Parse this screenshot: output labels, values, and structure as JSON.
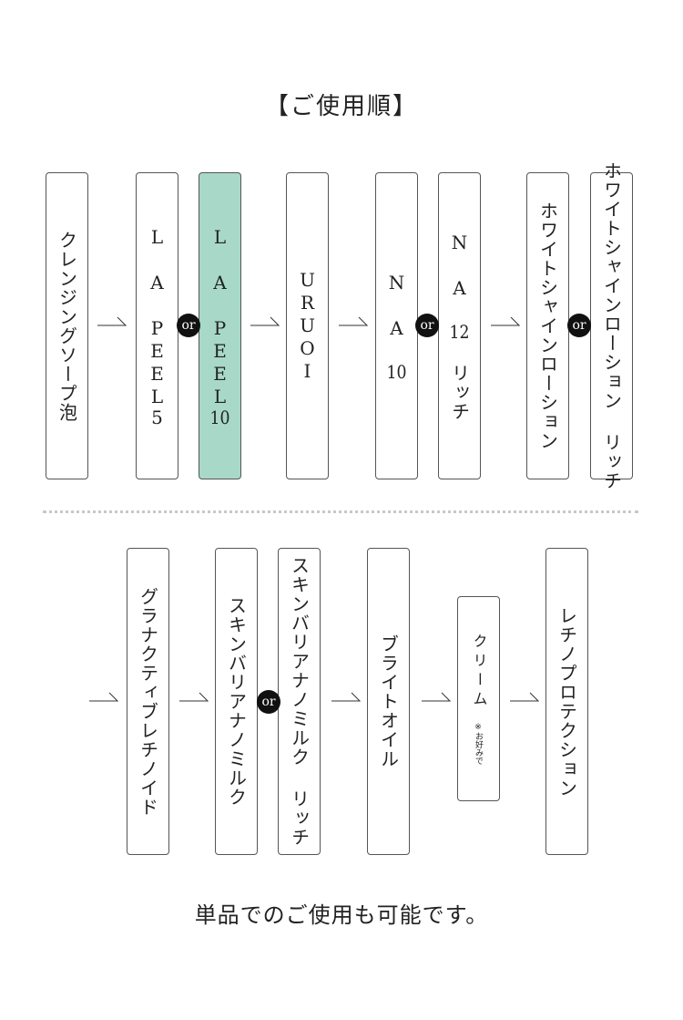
{
  "title": "【ご使用順】",
  "or_label": "or",
  "highlight_color": "#a8d9c8",
  "row1": [
    "クレンジングソープ泡",
    "L A PEEL5",
    "L A PEEL10",
    "URUOI",
    "N A 10",
    "N A 12 リッチ",
    "ホワイトシャインローション",
    "ホワイトシャインローション リッチ"
  ],
  "row2": [
    "グラナクティブレチノイド",
    "スキンバリアナノミルク",
    "スキンバリアナノミルク リッチ",
    "ブライトオイル",
    "クリーム",
    "レチノプロテクション"
  ],
  "cream_note": "※お好みで",
  "footer": "単品でのご使用も可能です。"
}
